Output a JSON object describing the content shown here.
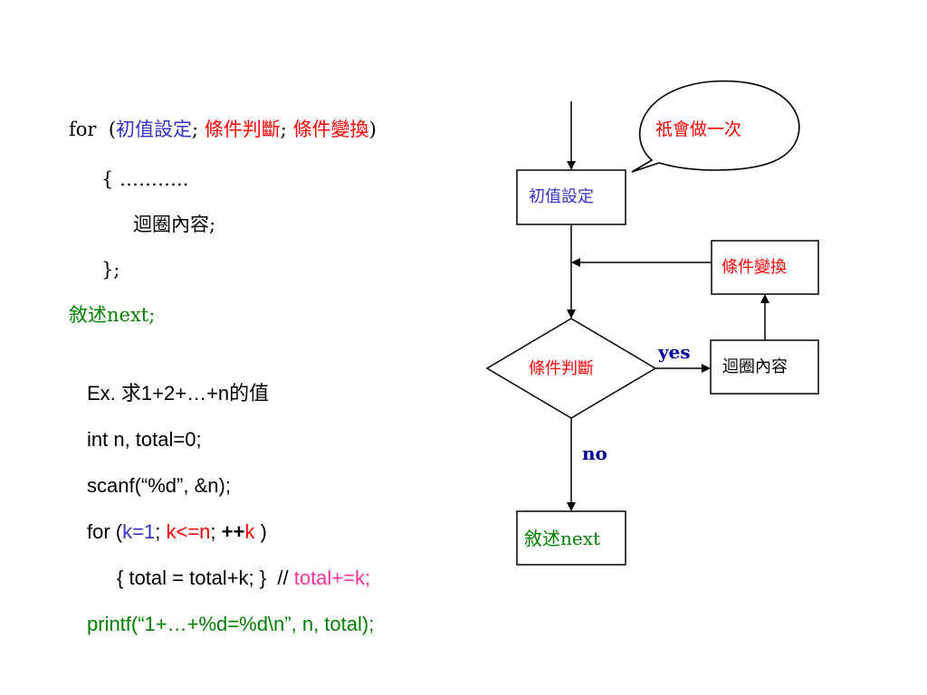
{
  "for_syntax": {
    "for_keyword": "for",
    "open_paren": "(",
    "init": "初值設定",
    "semi1": ";",
    "cond": "條件判斷",
    "semi2": ";",
    "update": "條件變換",
    "close_paren": ")",
    "brace_open_line": "{ ………..",
    "body_line": "迴圈內容;",
    "brace_close_line": "};",
    "next_statement": "敘述next;"
  },
  "example": {
    "ex_line": "Ex. 求1+2+…+n的值",
    "decl_line": "int n, total=0;",
    "scanf_line": "scanf(“%d”, &n);",
    "for_prefix": "for (",
    "for_init": "k=1",
    "for_semi1": ";",
    "for_cond": "k<=n",
    "for_semi2": ";",
    "for_inc_ops": "++",
    "for_inc_var": "k",
    "for_close": ")",
    "body_code": "{ total = total+k; }",
    "comment_slashes": "//",
    "comment_code": "total+=k;",
    "printf_line": "printf(“1+…+%d=%d\\n”, n, total);"
  },
  "flowchart": {
    "speech_bubble": "祇會做一次",
    "init_box": "初值設定",
    "update_box": "條件變換",
    "condition_diamond": "條件判斷",
    "body_box": "迴圈內容",
    "yes_label": "yes",
    "no_label": "no",
    "next_box": "敘述next"
  },
  "colors": {
    "blue": "#3333cc",
    "red": "#ff0000",
    "green": "#008000",
    "magenta": "#ff3399",
    "label_blue": "#000099"
  }
}
